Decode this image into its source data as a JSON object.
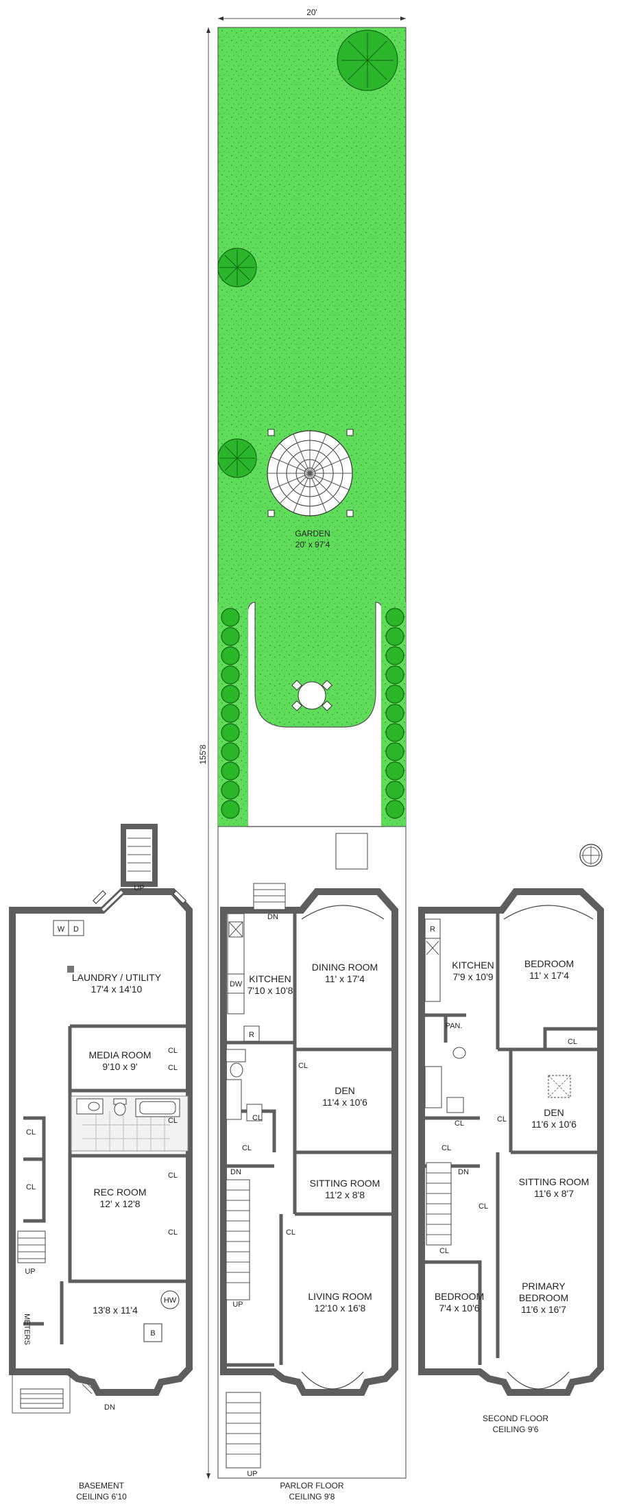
{
  "plan": {
    "frontage": "20'",
    "depth": "155'8",
    "garden": {
      "name": "GARDEN",
      "dims": "20' x 97'4"
    },
    "basement": {
      "title": "BASEMENT",
      "ceiling": "CEILING 6'10",
      "rooms": [
        {
          "name": "LAUNDRY / UTILITY",
          "dims": "17'4 x 14'10"
        },
        {
          "name": "MEDIA ROOM",
          "dims": "9'10 x 9'"
        },
        {
          "name": "REC ROOM",
          "dims": "12' x 12'8"
        },
        {
          "name": "",
          "dims": "13'8 x 11'4"
        }
      ],
      "labels": {
        "w": "W",
        "d": "D",
        "hw": "HW",
        "b": "B",
        "meters": "METERS",
        "up": "UP",
        "dn": "DN",
        "cl": "CL"
      }
    },
    "parlor": {
      "title": "PARLOR FLOOR",
      "ceiling": "CEILING 9'8",
      "rooms": [
        {
          "name": "KITCHEN",
          "dims": "7'10 x 10'8"
        },
        {
          "name": "DINING ROOM",
          "dims": "11' x 17'4"
        },
        {
          "name": "DEN",
          "dims": "11'4 x 10'6"
        },
        {
          "name": "SITTING ROOM",
          "dims": "11'2 x 8'8"
        },
        {
          "name": "LIVING ROOM",
          "dims": "12'10 x 16'8"
        }
      ],
      "labels": {
        "dw": "DW",
        "r": "R",
        "dn": "DN",
        "up": "UP",
        "cl": "CL"
      }
    },
    "second": {
      "title": "SECOND FLOOR",
      "ceiling": "CEILING 9'6",
      "rooms": [
        {
          "name": "KITCHEN",
          "dims": "7'9 x 10'9"
        },
        {
          "name": "BEDROOM",
          "dims": "11' x 17'4"
        },
        {
          "name": "DEN",
          "dims": "11'6 x 10'6"
        },
        {
          "name": "SITTING ROOM",
          "dims": "11'6 x 8'7"
        },
        {
          "name": "BEDROOM",
          "dims": "7'4 x 10'6"
        },
        {
          "name": "PRIMARY",
          "dims": "BEDROOM"
        },
        {
          "name": "",
          "dims": "11'6 x 16'7"
        }
      ],
      "labels": {
        "pan": "PAN.",
        "r": "R",
        "dn": "DN",
        "cl": "CL"
      }
    }
  },
  "colors": {
    "lawn": "#5fdc5a",
    "wall": "#5e5e5e",
    "tree": "#2bb52b",
    "path": "#ffffff"
  }
}
